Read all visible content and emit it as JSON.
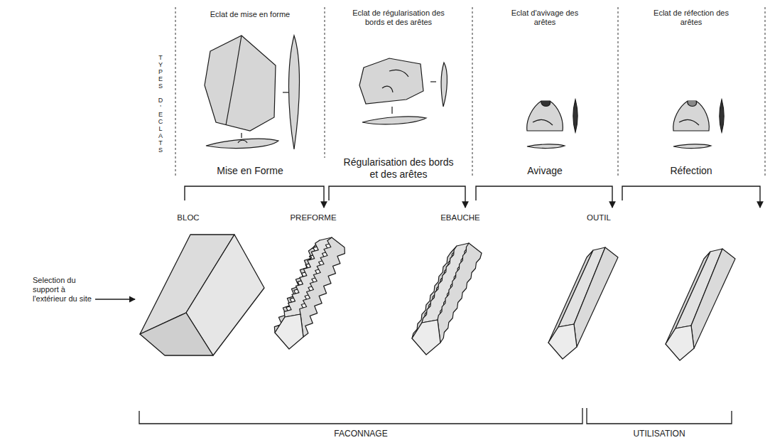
{
  "diagram": {
    "labels": [
      "TYPES D'ECLATS",
      "Eclat de mise en forme",
      "Eclat de régularisation des bords et des arêtes",
      "Eclat d'avivage des arêtes",
      "Eclat de réfection des arêtes",
      "Mise en Forme",
      "Régularisation des bords et des arêtes",
      "Avivage",
      "Réfection",
      "BLOC",
      "PREFORME",
      "EBAUCHE",
      "OUTIL",
      "Selection du support à l'extérieur du site",
      "FACONNAGE",
      "UTILISATION"
    ]
  }
}
